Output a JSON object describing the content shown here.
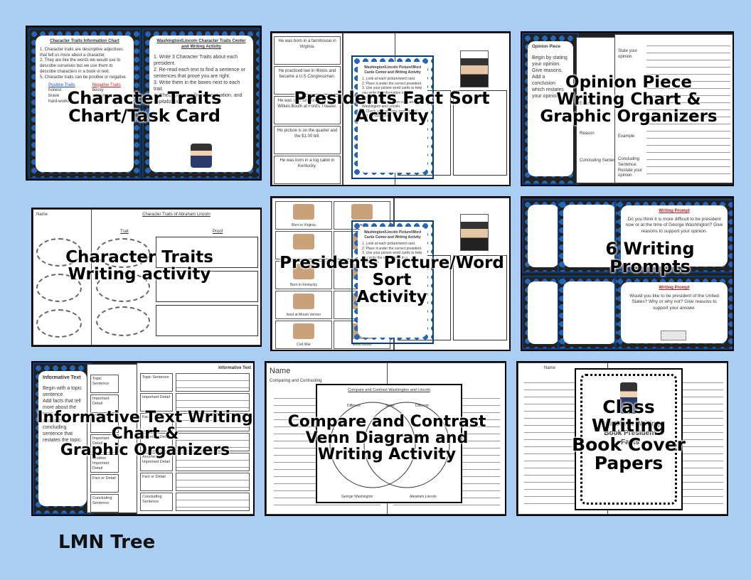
{
  "tiles": {
    "character_traits_chart": {
      "title": "Character Traits\nChart/Task Card",
      "chart_heading": "Character Traits Information Chart",
      "task_heading": "Washington/Lincoln Character Traits Center and Writing Activity",
      "chart_lines": "1. Character traits are descriptive adjectives that tell us more about a character.\n2. They are like the words we would use to describe ourselves but we use them to describe characters in a book or text.\n5. Character traits can be positive or negative.",
      "positive_label": "Positive Traits",
      "positive_list": "honest\nbrave\nhard-working",
      "negative_label": "Negative Traits",
      "negative_list": "bossy\nannoying\nlazy",
      "task_lines": "1. Write 3 Character Traits about each president.\n2. Re-read each text to find a sentence or sentences that prove you are right.\n3. Write them in the boxes next to each trait.\n4. Check your spelling, punctuation, and capitalization."
    },
    "fact_sort": {
      "title": "Presidents Fact Sort\nActivity",
      "facts": [
        "He was born in a farmhouse in Virginia.",
        "He practiced law in Illinois and became a U.S Congressman.",
        "He was shot and killed by John Wilkes Booth at Ford's Theater.",
        "His picture is on the quarter and the $1.00 bill.",
        "He was born in a log cabin in Kentucky."
      ],
      "card_heading": "Washington/Lincoln Picture/Word Cards Center and Writing Activity",
      "card_lines": "1. Look at each picture/word card.\n2. Place it under the correct president.\n3. Use your picture word cards to help you write the information in a paragraph.\n4. Draw a venn diagram comparing Washington and Lincoln.\n5. Check your spelling, punctuation, and capitalization."
    },
    "opinion_piece": {
      "title": "Opinion Piece\nWriting Chart &\nGraphic Organizers",
      "sheet_labels": [
        "State your opinion.",
        "Example",
        "Reason",
        "Example",
        "Concluding Sentence",
        "Concluding Sentence: Restate your opinion."
      ],
      "card_heading": "Opinion Piece",
      "card_lines": "Begin by stating your opinion.\nGive reasons.\nAdd a conclusion which restates your opinion."
    },
    "character_writing": {
      "title": "Character Traits\nWriting activity",
      "sheet_heading": "Character Traits of Abraham Lincoln",
      "name_label": "Name",
      "col_trait": "Trait",
      "col_proof": "Proof"
    },
    "picture_word_sort": {
      "title": "Presidents Picture/Word\nSort\nActivity",
      "cells": [
        "Born in Virginia",
        "Lived at",
        "",
        "",
        "Born in Kentucky",
        "",
        "lived at Mount Vernon",
        "",
        "Civil War",
        "Read books"
      ],
      "card_heading": "Washington/Lincoln Picture/Word Cards Center and Writing Activity",
      "card_lines": "1. Look at each picture/word card.\n2. Place it under the correct president.\n3. Use your picture word cards to help you write the information in a paragraph."
    },
    "writing_prompts": {
      "title": "6 Writing\nPrompts",
      "prompt_heading": "Writing Prompt",
      "prompt_1": "Do you think it is more difficult to be president now or at the time of George Washington? Give reasons to support your opinion.",
      "prompt_2": "Would you like to be president of the United States? Why or why not? Give reasons to support your answer."
    },
    "informative_text": {
      "title": "Informative Text Writing\nChart &\nGraphic Organizers",
      "sheet_heading": "Informative Text",
      "labels": [
        "Topic Sentence",
        "Important Detail",
        "Fact",
        "Important Detail",
        "Another Important Detail",
        "Fact or Detail",
        "Concluding Sentence"
      ],
      "card_heading": "Informative Text",
      "card_lines": "Begin with a topic sentence.\nAdd facts that tell more about the topic.\nEnd with a concluding sentence that restates the topic."
    },
    "venn": {
      "title": "Compare and Contrast\nVenn Diagram and\nWriting  Activity",
      "name_label": "Name",
      "sheet_heading": "Comparing and Contrasting",
      "venn_heading": "Compare and Contrast Washington and Lincoln",
      "different": "Different",
      "same": "Same",
      "left_name": "George Washington",
      "right_name": "Abraham Lincoln"
    },
    "book_cover": {
      "title": "Class\nWriting\nBook Cover\nPapers",
      "name_label": "Name",
      "cover_text": "Our Class Writing Book President Facts"
    }
  },
  "footer": {
    "brand": "LMN Tree"
  },
  "colors": {
    "background": "#a9cdf3",
    "scallop_blue": "#2466b8",
    "tile_border": "#000000"
  }
}
